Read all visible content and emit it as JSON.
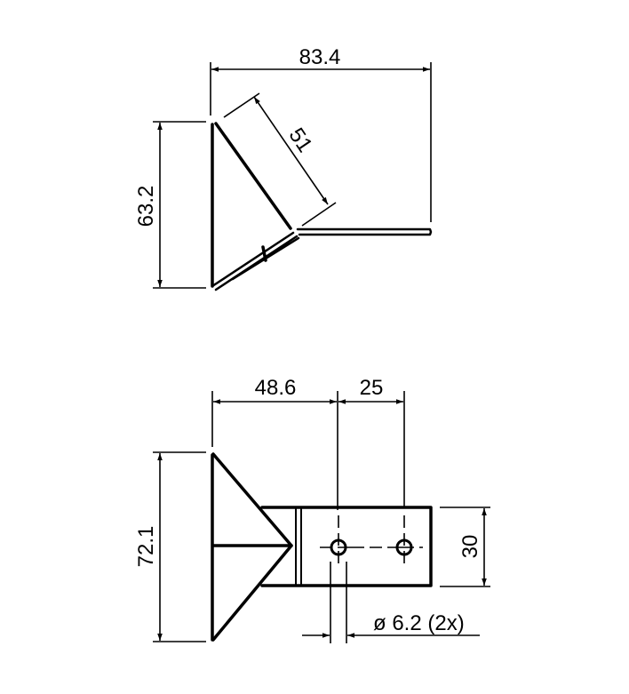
{
  "top_view": {
    "width_dim": "83.4",
    "height_dim": "63.2",
    "angled_dim": "51"
  },
  "front_view": {
    "offset_dim": "48.6",
    "hole_spacing_dim": "25",
    "height_dim": "72.1",
    "plate_width_dim": "30",
    "hole_dim": "ø 6.2 (2x)"
  }
}
